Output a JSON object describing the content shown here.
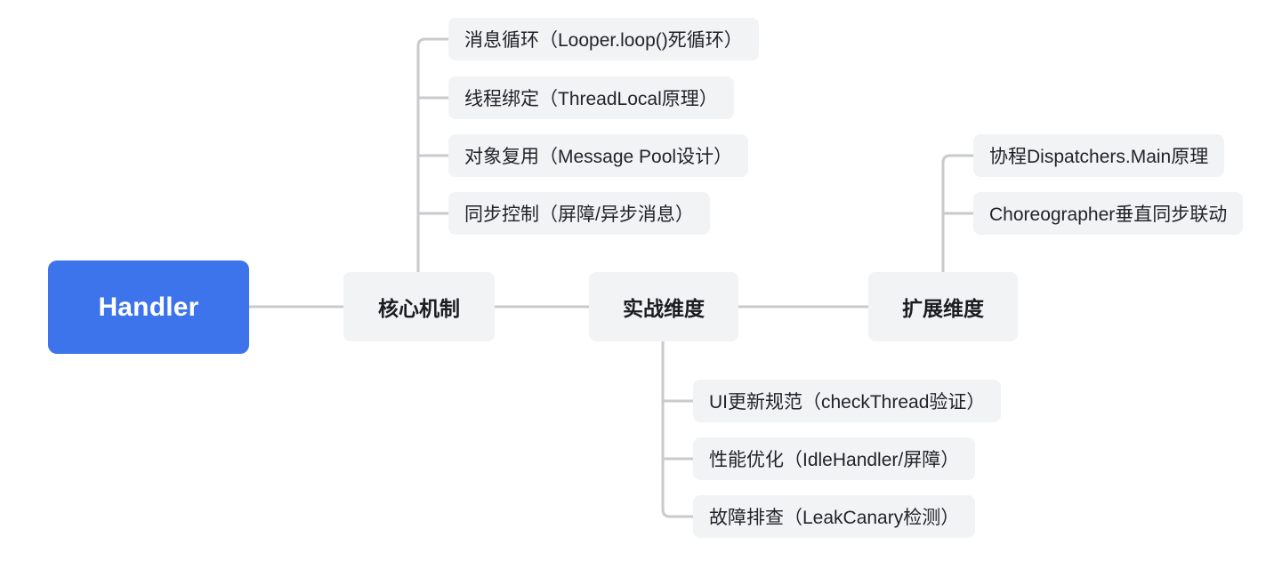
{
  "diagram": {
    "type": "mind-map",
    "background_color": "#ffffff",
    "root_color": "#3d74eb",
    "node_color": "#f2f3f5",
    "link_color": "#c9cacc",
    "root": {
      "label": "Handler"
    },
    "branches": [
      {
        "label": "核心机制",
        "children": [
          "消息循环（Looper.loop()死循环）",
          "线程绑定（ThreadLocal原理）",
          "对象复用（Message Pool设计）",
          "同步控制（屏障/异步消息）"
        ]
      },
      {
        "label": "实战维度",
        "children": [
          "UI更新规范（checkThread验证）",
          "性能优化（IdleHandler/屏障）",
          "故障排查（LeakCanary检测）"
        ]
      },
      {
        "label": "扩展维度",
        "children": [
          "协程Dispatchers.Main原理",
          "Choreographer垂直同步联动"
        ]
      }
    ]
  }
}
